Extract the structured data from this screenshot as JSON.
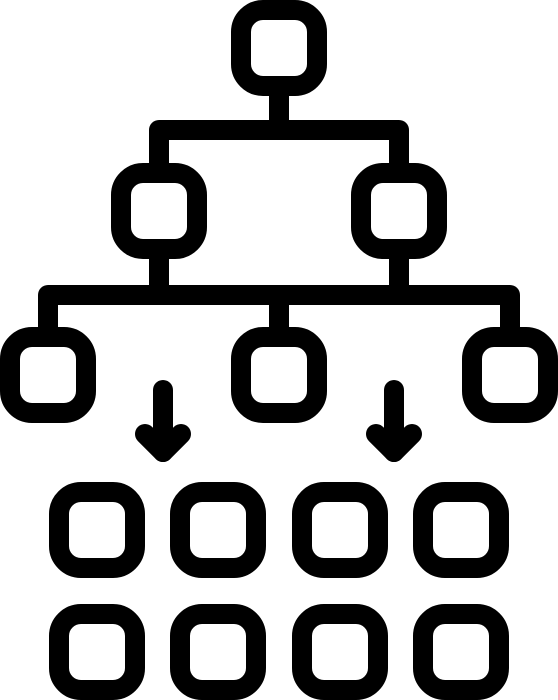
{
  "icon": {
    "name": "hierarchy-distribution-icon",
    "stroke_color": "#000000",
    "background_color": "#ffffff"
  },
  "tree": {
    "levels": [
      {
        "level": 1,
        "node_count": 1
      },
      {
        "level": 2,
        "node_count": 2
      },
      {
        "level": 3,
        "node_count": 3
      }
    ]
  },
  "arrows": {
    "count": 2,
    "direction": "down"
  },
  "grid": {
    "rows": 2,
    "columns": 4
  }
}
